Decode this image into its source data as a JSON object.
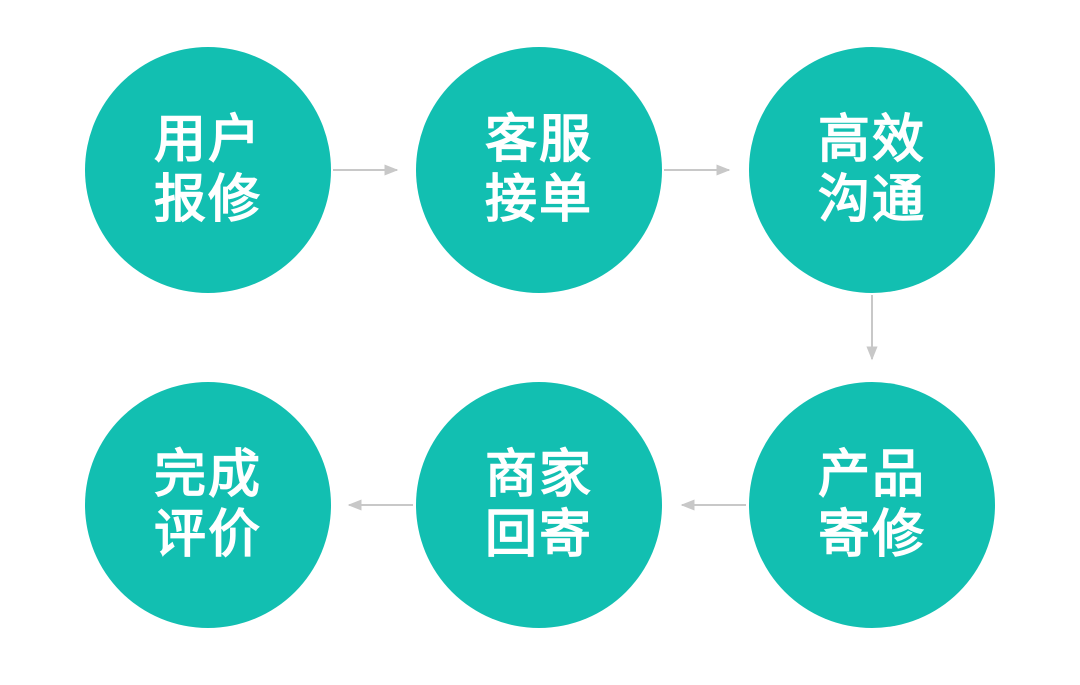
{
  "colors": {
    "node_fill": "#12bfb1",
    "arrow": "#c8c8c8",
    "text": "#ffffff"
  },
  "steps": [
    {
      "line1": "用户",
      "line2": "报修"
    },
    {
      "line1": "客服",
      "line2": "接单"
    },
    {
      "line1": "高效",
      "line2": "沟通"
    },
    {
      "line1": "产品",
      "line2": "寄修"
    },
    {
      "line1": "商家",
      "line2": "回寄"
    },
    {
      "line1": "完成",
      "line2": "评价"
    }
  ]
}
